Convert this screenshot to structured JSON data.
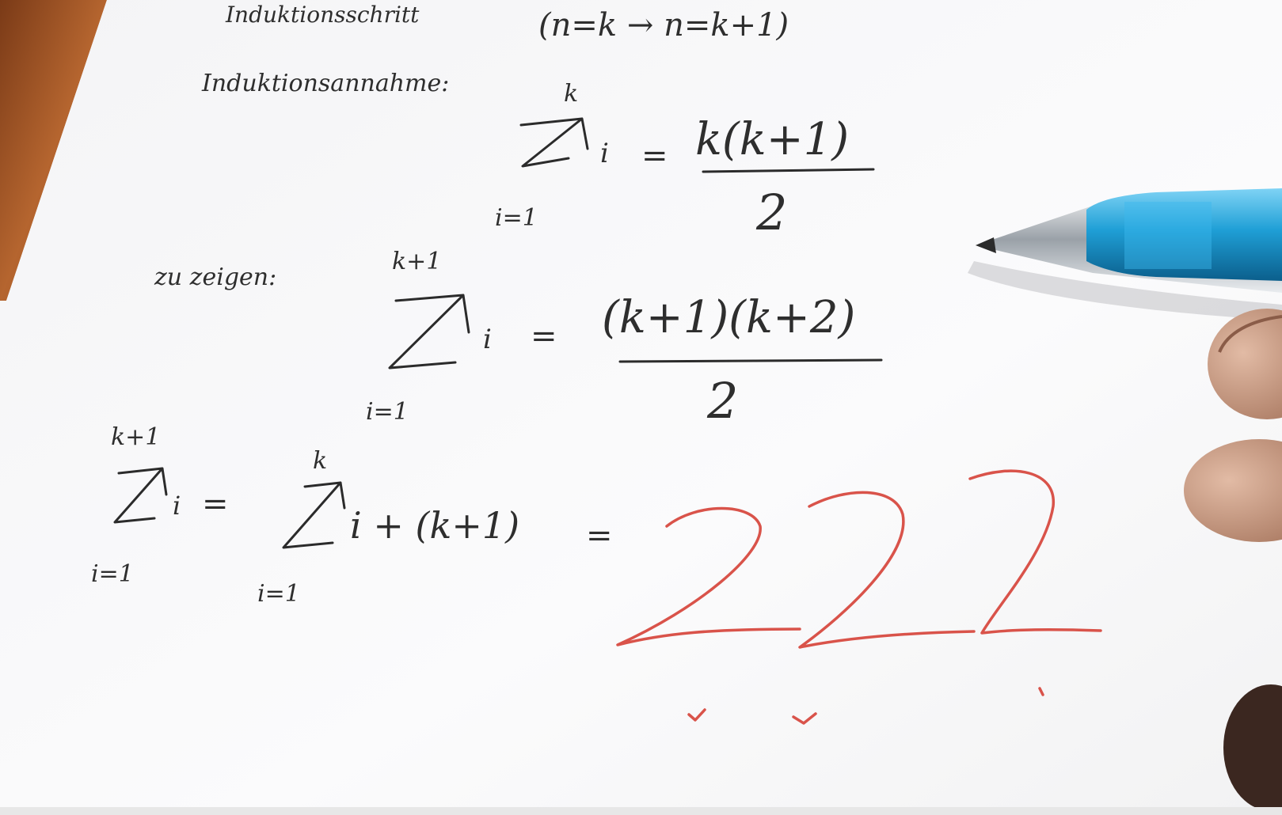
{
  "photo": {
    "subject": "handwritten induction proof on paper with a pen",
    "colors": {
      "paper": "#fcfcfc",
      "table_wood": "#a9582a",
      "pencil_ink": "#2b2b2b",
      "red_ink": "#d9534a",
      "pen_blue": "#1f9fd6",
      "skin": "#c79d84"
    }
  },
  "handwriting": {
    "line1_word": "Induktionsschritt",
    "line1_formula": "(n=k → n=k+1)",
    "line2_word": "Induktionsannahme:",
    "ann_upper": "k",
    "ann_lower": "i=1",
    "ann_term": "i",
    "ann_eq": "=",
    "ann_numerator": "k(k+1)",
    "ann_denominator": "2",
    "show_word": "zu zeigen:",
    "show_upper": "k+1",
    "show_lower": "i=1",
    "show_term": "i",
    "show_eq": "=",
    "show_numerator": "(k+1)(k+2)",
    "show_denominator": "2",
    "step_left_upper": "k+1",
    "step_left_lower": "i=1",
    "step_left_term": "i",
    "step_eq1": "=",
    "step_mid_upper": "k",
    "step_mid_lower": "i=1",
    "step_mid_rest": "i + (k+1)",
    "step_eq2": "=",
    "red_question": "222"
  }
}
